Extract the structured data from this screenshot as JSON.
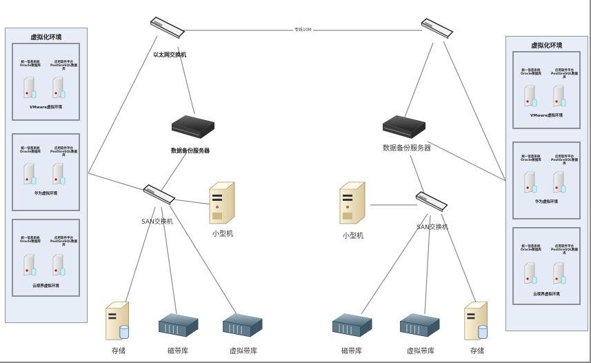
{
  "diagram": {
    "link_label": "专线10M",
    "left_site": {
      "ethernet_switch": "以太网交换机",
      "backup_server": "数据备份服务器",
      "san_switch": "SAN交换机",
      "minicomputer": "小型机",
      "storage": "存储",
      "tape_library": "磁带库",
      "virtual_tape_library": "虚拟带库",
      "virtualization_panel": {
        "title": "虚拟化环境",
        "groups": [
          {
            "name": "VMware虚拟环境",
            "db1": [
              "统一信息系统",
              "Oracle数据库"
            ],
            "db2": [
              "应用软件平台",
              "PostGreSQL数据库"
            ]
          },
          {
            "name": "华为虚拟环境",
            "db1": [
              "统一信息系统",
              "Oracle数据库"
            ],
            "db2": [
              "应用软件平台",
              "PostGreSQL数据库"
            ]
          },
          {
            "name": "云视界虚拟环境",
            "db1": [
              "统一信息系统",
              "Oracle数据库"
            ],
            "db2": [
              "应用软件平台",
              "PostGreSQL数据库"
            ]
          }
        ]
      }
    },
    "right_site": {
      "backup_server": "数据备份服务器",
      "san_switch": "SAN交换机",
      "minicomputer": "小型机",
      "storage": "存储",
      "tape_library": "磁带库",
      "virtual_tape_library": "虚拟带库",
      "virtualization_panel": {
        "title": "虚拟化环境",
        "groups": [
          {
            "name": "VMware虚拟环境",
            "db1": [
              "统一信息系统",
              "Oracle数据库"
            ],
            "db2": [
              "应用软件平台",
              "PostGreSQL数据库"
            ]
          },
          {
            "name": "华为虚拟环境",
            "db1": [
              "统一信息系统",
              "Oracle数据库"
            ],
            "db2": [
              "应用软件平台",
              "PostGreSQL数据库"
            ]
          },
          {
            "name": "云视界虚拟环境",
            "db1": [
              "统一信息系统",
              "Oracle数据库"
            ],
            "db2": [
              "应用软件平台",
              "PostGreSQL数据库"
            ]
          }
        ]
      }
    }
  }
}
